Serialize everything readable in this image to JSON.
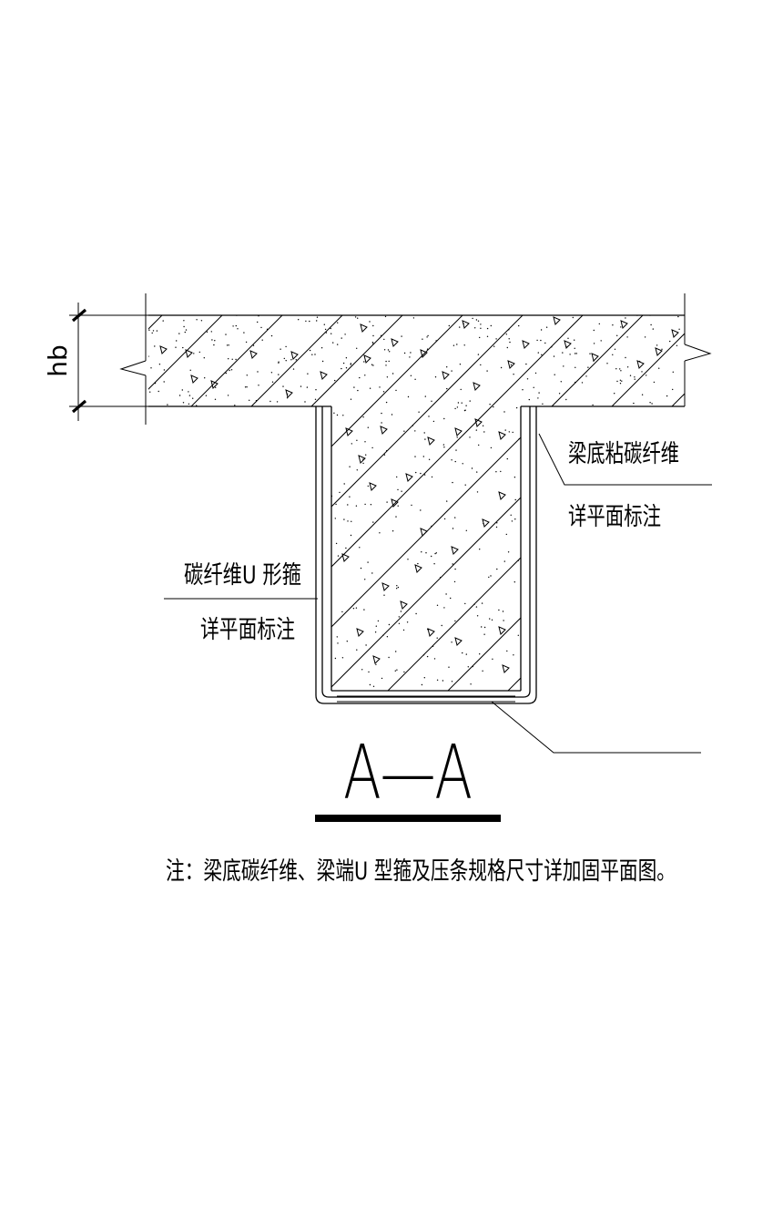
{
  "drawing": {
    "section_title": "A—A",
    "dimension_label": "hb",
    "labels": {
      "beam_bottom_line1": "梁底粘碳纤维",
      "beam_bottom_line2": "详平面标注",
      "u_hoop_line1": "碳纤维U 形箍",
      "u_hoop_line2": "详平面标注"
    },
    "note": "注：梁底碳纤维、梁端U 型箍及压条规格尺寸详加固平面图。"
  },
  "colors": {
    "line": "#000000",
    "background": "#ffffff"
  }
}
